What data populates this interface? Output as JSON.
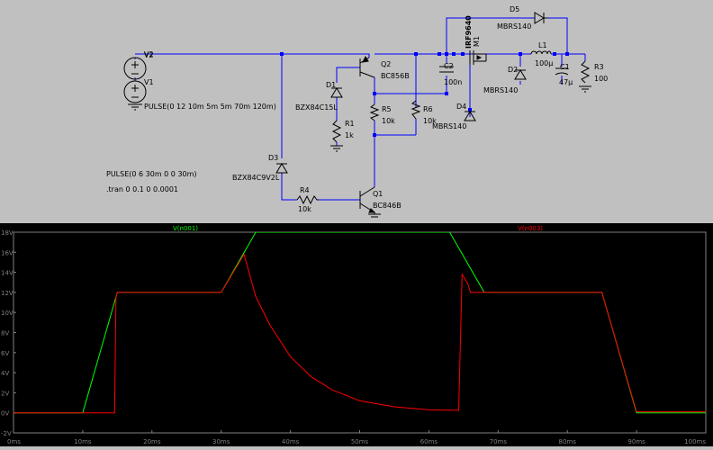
{
  "schematic": {
    "nets": {
      "v2": "V2"
    },
    "components": {
      "v1": {
        "name": "V1"
      },
      "v2_src": {
        "name": "V2"
      },
      "q1": {
        "name": "Q1",
        "model": "BC846B"
      },
      "q2": {
        "name": "Q2",
        "model": "BC856B"
      },
      "d1": {
        "name": "D1",
        "model": "BZX84C15L"
      },
      "d2": {
        "name": "D2",
        "model": "MBRS140"
      },
      "d3": {
        "name": "D3",
        "model": "BZX84C9V2L"
      },
      "d4": {
        "name": "D4",
        "model": "MBRS140"
      },
      "d5": {
        "name": "D5",
        "model": "MBRS140"
      },
      "r1": {
        "name": "R1",
        "value": "1k"
      },
      "r3": {
        "name": "R3",
        "value": "100"
      },
      "r4": {
        "name": "R4",
        "value": "10k"
      },
      "r5": {
        "name": "R5",
        "value": "10k"
      },
      "r6": {
        "name": "R6",
        "value": "10k"
      },
      "c1": {
        "name": "C1",
        "value": "47µ"
      },
      "c2": {
        "name": "C2",
        "value": "100n"
      },
      "l1": {
        "name": "L1",
        "value": "100µ"
      },
      "m1": {
        "name": "M1",
        "model": "IRF9640"
      }
    },
    "directives": {
      "v1_pulse": "PULSE(0 12 10m 5m 5m 70m 120m)",
      "v2_pulse": "PULSE(0 6 30m 0 0 30m)",
      "tran": ".tran 0 0.1 0 0.0001"
    },
    "colors": {
      "wire": "#0000ff",
      "component": "#000000",
      "background": "#c0c0c0"
    }
  },
  "chart_data": {
    "type": "line",
    "title": "",
    "xlabel": "",
    "ylabel": "",
    "xlim": [
      0,
      100
    ],
    "ylim": [
      -2,
      18
    ],
    "x_unit": "ms",
    "y_unit": "V",
    "grid": false,
    "legend_position": "top",
    "x_ticks": [
      "0ms",
      "10ms",
      "20ms",
      "30ms",
      "40ms",
      "50ms",
      "60ms",
      "70ms",
      "80ms",
      "90ms",
      "100ms"
    ],
    "y_ticks": [
      "18V",
      "16V",
      "14V",
      "12V",
      "10V",
      "8V",
      "6V",
      "4V",
      "2V",
      "0V",
      "-2V"
    ],
    "series": [
      {
        "name": "V(n001)",
        "color": "#00ff00",
        "x": [
          0,
          10,
          15,
          30,
          35,
          63,
          68,
          85,
          90,
          100
        ],
        "y": [
          0,
          0,
          12,
          12,
          18,
          18,
          12,
          12,
          0,
          0
        ]
      },
      {
        "name": "V(n003)",
        "color": "#ff0000",
        "x": [
          0,
          14.6,
          14.8,
          15,
          30,
          33.3,
          33.5,
          35,
          37,
          40,
          43,
          46,
          50,
          55,
          60,
          64.3,
          64.8,
          65.6,
          66,
          68,
          85,
          90,
          100
        ],
        "y": [
          0,
          0,
          11.5,
          12,
          12,
          15.8,
          15.3,
          11.6,
          8.8,
          5.6,
          3.6,
          2.3,
          1.2,
          0.6,
          0.3,
          0.25,
          13.8,
          12.9,
          12,
          12,
          12,
          0.1,
          0.1
        ]
      }
    ]
  }
}
